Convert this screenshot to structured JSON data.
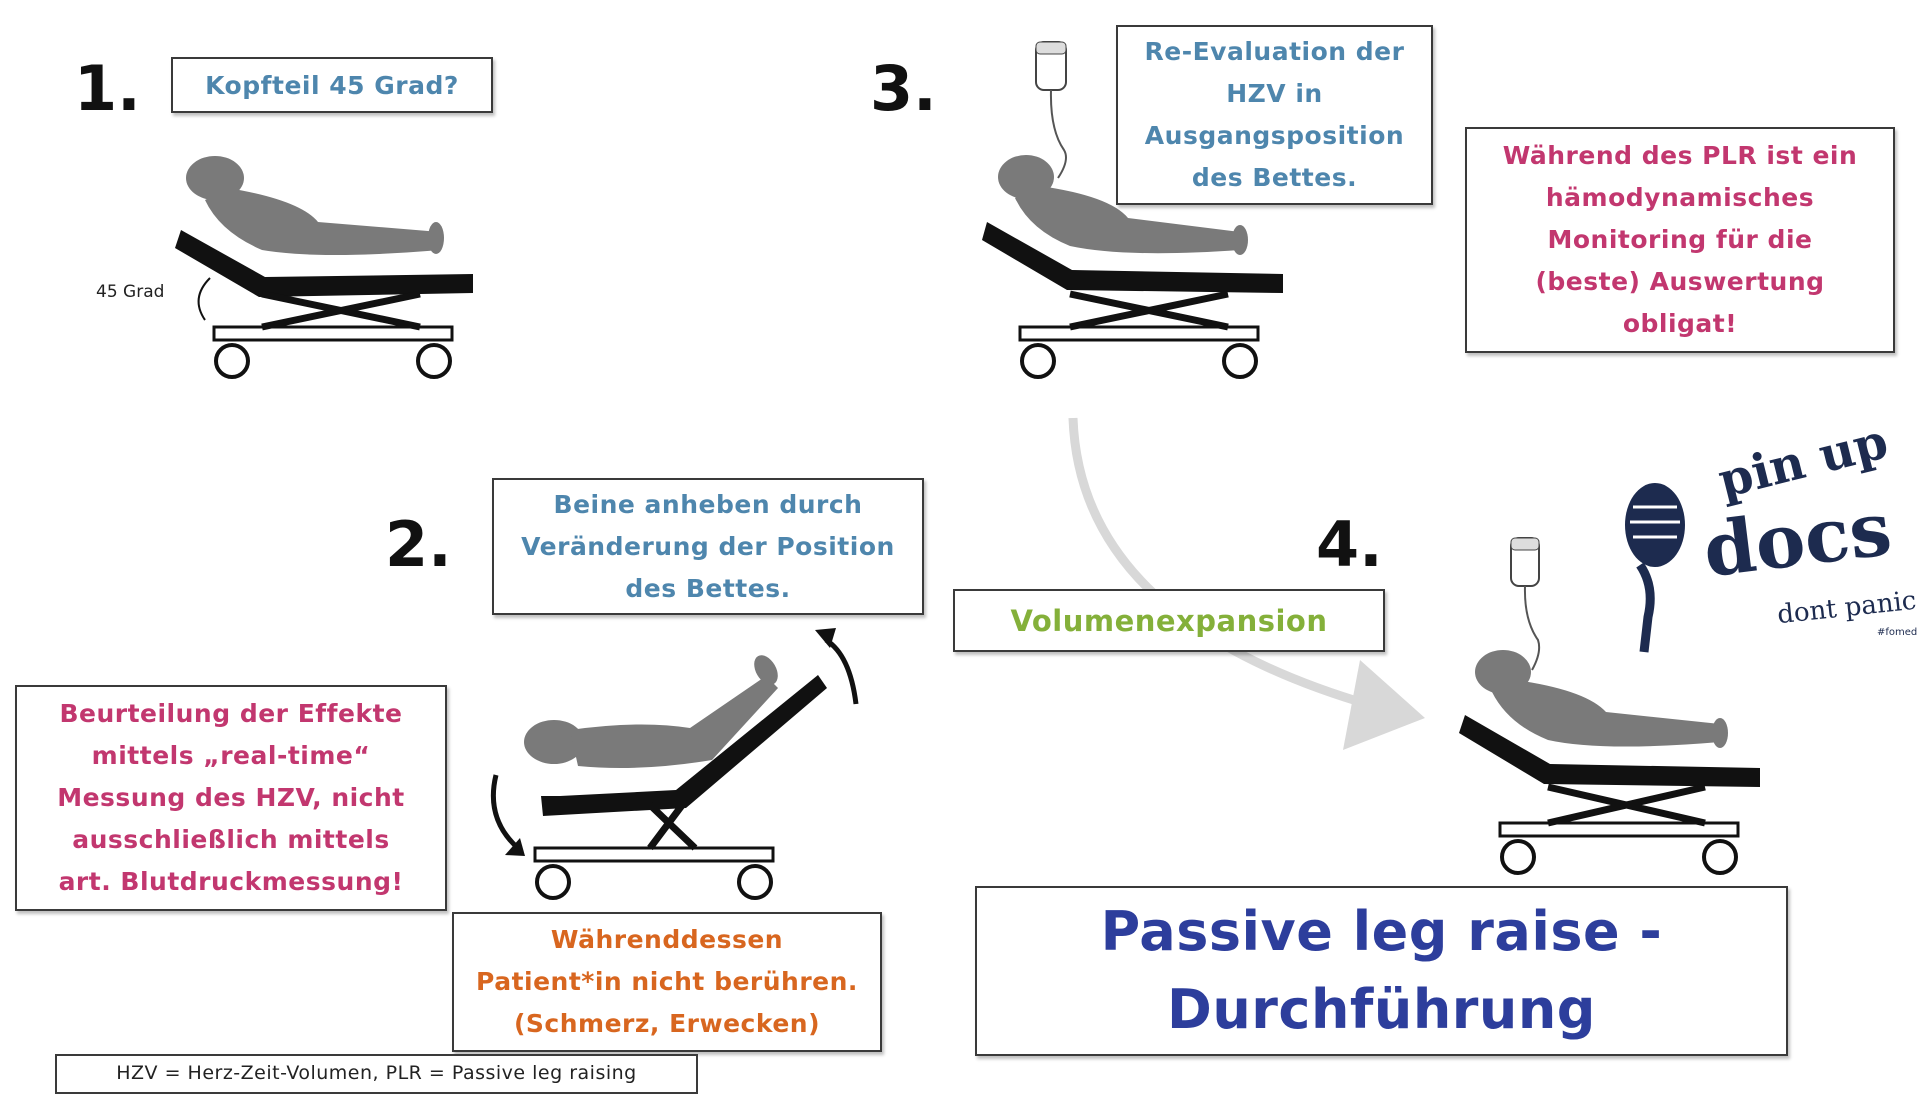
{
  "steps": [
    {
      "number": "1.",
      "note": "Kopfteil 45 Grad?"
    },
    {
      "number": "2.",
      "note": "Beine anheben durch\nVeränderung der Position\ndes Bettes."
    },
    {
      "number": "3.",
      "note": "Re-Evaluation der\nHZV in\nAusgangsposition\ndes Bettes."
    },
    {
      "number": "4.",
      "note": "Volumenexpansion"
    }
  ],
  "angle_label": "45 Grad",
  "monitoring_note": "Während des PLR ist ein\nhämodynamisches\nMonitoring für die\n(beste) Auswertung\nobligat!",
  "assessment_note": "Beurteilung der Effekte\nmittels „real-time“\nMessung des HZV, nicht\nausschließlich mittels\nart. Blutdruckmessung!",
  "caution_note": "Währenddessen\nPatient*in nicht berühren.\n(Schmerz, Erwecken)",
  "main_title": "Passive leg raise -\nDurchführung",
  "abbreviations": "HZV = Herz-Zeit-Volumen, PLR = Passive leg raising",
  "logo": {
    "line1": "pin up",
    "line2": "docs",
    "line3": "dont panic",
    "tag": "#fomed"
  },
  "colors": {
    "blue": "#4e86ad",
    "pink": "#c2376f",
    "orange": "#d8661f",
    "green": "#84b03a",
    "navy": "#2d3e9c",
    "figure": "#7a7a7a"
  }
}
